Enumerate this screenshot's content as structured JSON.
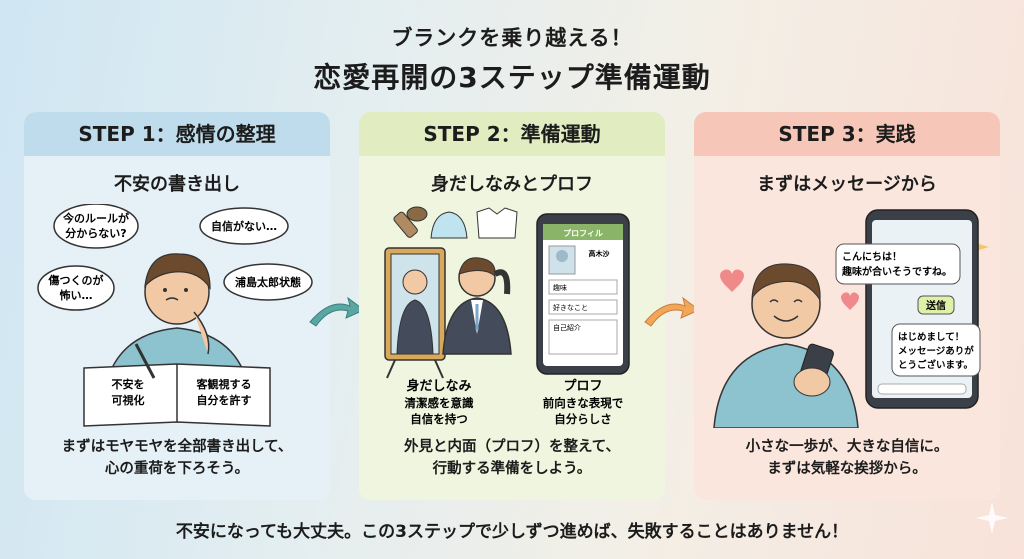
{
  "header": {
    "subtitle": "ブランクを乗り越える！",
    "title": "恋愛再開の3ステップ準備運動"
  },
  "steps": [
    {
      "heading": "STEP 1：感情の整理",
      "title": "不安の書き出し",
      "bubbles": [
        "今のルールが",
        "分からない?",
        "自信がない…",
        "傷つくのが",
        "怖い…",
        "浦島太郎状態"
      ],
      "notebook": [
        "不安を",
        "可視化",
        "客観視する",
        "自分を許す"
      ],
      "caption": [
        "まずはモヤモヤを全部書き出して、",
        "心の重荷を下ろそう。"
      ]
    },
    {
      "heading": "STEP 2：準備運動",
      "title": "身だしなみとプロフ",
      "phone": {
        "header": "プロフィル",
        "name": "高木沙",
        "fields": [
          "趣味",
          "好きなこと",
          "自己紹介"
        ]
      },
      "labels": [
        {
          "title": "身だしなみ",
          "lines": [
            "清潔感を意識",
            "自信を持つ"
          ]
        },
        {
          "title": "プロフ",
          "lines": [
            "前向きな表現で",
            "自分らしさ"
          ]
        }
      ],
      "caption": [
        "外見と内面（プロフ）を整えて、",
        "行動する準備をしよう。"
      ]
    },
    {
      "heading": "STEP 3：実践",
      "title": "まずはメッセージから",
      "chat": {
        "msg1": [
          "こんにちは！",
          "趣味が合いそうですね。"
        ],
        "send": "送信",
        "msg2": [
          "はじめまして！",
          "メッセージありが",
          "とうございます。"
        ]
      },
      "caption": [
        "小さな一歩が、大きな自信に。",
        "まずは気軽な挨拶から。"
      ]
    }
  ],
  "footer": "不安になっても大丈夫。この3ステップで少しずつ進めば、失敗することはありません！",
  "colors": {
    "step1": "#bfdcec",
    "step2": "#e1ecc0",
    "step3": "#f6c7b8",
    "arrow_teal": "#5aa6a3",
    "arrow_orange": "#f2a65a"
  },
  "icons": [
    "thought-bubble-icon",
    "notebook-icon",
    "brush-icon",
    "shirt-icon",
    "mirror-icon",
    "smartphone-icon",
    "heart-icon",
    "sparkle-icon",
    "arrow-right-icon"
  ]
}
